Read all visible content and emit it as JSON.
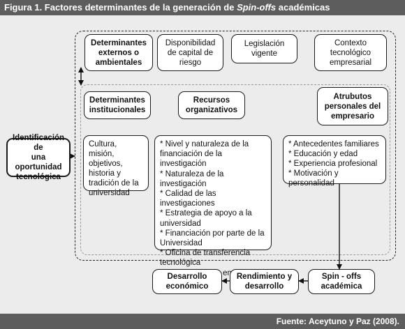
{
  "figure": {
    "title_prefix": "Figura 1. Factores determinantes de la generación de ",
    "title_italic": "Spin-offs",
    "title_suffix": " académicas",
    "source": "Fuente: Aceytuno y Paz (2008)."
  },
  "nodes": {
    "identificacion": "Identificación de\nuna oportunidad\ntecnológica",
    "externos": "Determinantes\nexternos o\nambientales",
    "capital": "Disponibilidad\nde capital de\nriesgo",
    "legislacion": "Legislación\nvigente",
    "contexto": "Contexto\ntecnológico\nempresarial",
    "institucionales": "Determinantes\ninstitucionales",
    "recursos": "Recursos\norganizativos",
    "atributos": "Atrubutos\npersonales del\nempresario",
    "cultura": "Cultura, misión,\nobjetivos,\nhistoria y\ntradición de la\nuniversidad",
    "financiacion": "* Nivel y naturaleza de la\nfinanciación de la investigación\n* Naturaleza de la investigación\n* Calidad de las investigaciones\n* Estrategia de apoyo a la\nuniversidad\n* Financiación por parte de la\nUniversidad\n* Oficina de transferencia\ntecnológica\n* Incubadoras de empresas",
    "antecedentes": "* Antecedentes familiares\n* Educación y edad\n* Experiencia profesional\n* Motivación y personalidad",
    "spinoffs": "Spin - offs\nacadémica",
    "rendimiento": "Rendimiento y\ndesarrollo",
    "desarrollo": "Desarrollo\neconómico"
  }
}
